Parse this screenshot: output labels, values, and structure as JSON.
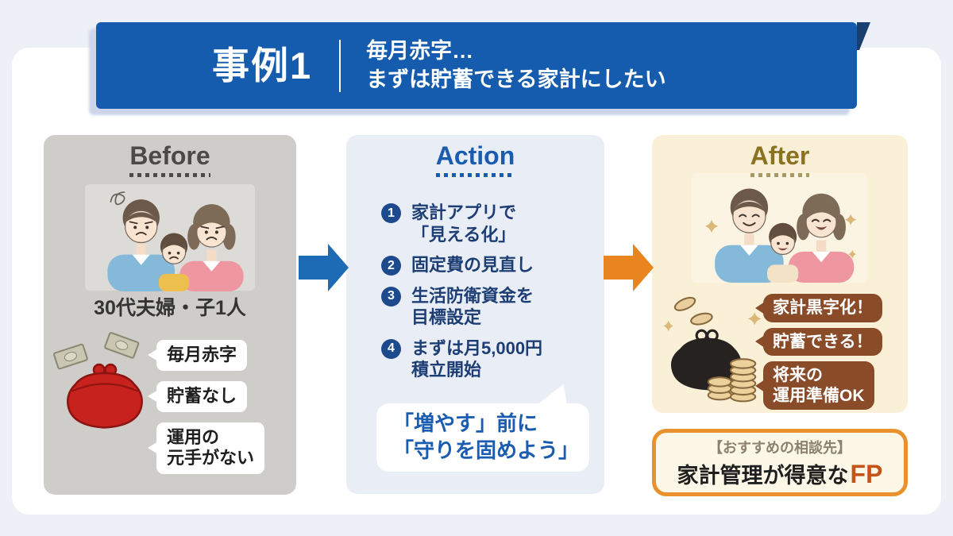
{
  "header": {
    "case_label": "事例1",
    "title_line1": "毎月赤字…",
    "title_line2": "まずは貯蓄できる家計にしたい"
  },
  "before": {
    "heading": "Before",
    "caption": "30代夫婦・子1人",
    "bubbles": [
      {
        "text": "毎月赤字"
      },
      {
        "text": "貯蓄なし"
      },
      {
        "text": "運用の\n元手がない"
      }
    ]
  },
  "action": {
    "heading": "Action",
    "items": [
      {
        "num": "1",
        "text": "家計アプリで\n「見える化」"
      },
      {
        "num": "2",
        "text": "固定費の見直し"
      },
      {
        "num": "3",
        "text": "生活防衛資金を\n目標設定"
      },
      {
        "num": "4",
        "text": "まずは月5,000円\n積立開始"
      }
    ],
    "speech": "「増やす」前に\n「守りを固めよう」"
  },
  "after": {
    "heading": "After",
    "bubbles": [
      {
        "text": "家計黒字化！"
      },
      {
        "text": "貯蓄できる！"
      },
      {
        "text": "将来の\n運用準備OK"
      }
    ]
  },
  "recommendation": {
    "label": "【おすすめの相談先】",
    "text": "家計管理が得意な",
    "highlight": "FP"
  },
  "icons": {
    "before_family": "worried-family-illustration",
    "after_family": "happy-family-illustration",
    "before_purse": "red-coin-purse-with-bills",
    "after_purse": "black-coin-purse-with-coins",
    "arrow_before_action": "right-arrow",
    "arrow_action_after": "right-arrow"
  },
  "colors": {
    "page_bg": "#edf0f7",
    "card_bg": "#ffffff",
    "banner_bg": "#155cae",
    "banner_fold": "#173f70",
    "banner_text": "#ffffff",
    "before_bg": "#cfcdca",
    "before_heading": "#4b4a47",
    "action_bg": "#e9edf6",
    "action_heading": "#1a5cb0",
    "action_text": "#1d3e74",
    "action_num_bg": "#1c4a8c",
    "after_bg": "#faf0d8",
    "after_heading": "#8a7220",
    "after_bubble": "#8a4b28",
    "arrow_blue": "#1e6bb5",
    "arrow_orange": "#e8851f",
    "fp_border": "#e9912c",
    "fp_bg": "#fdf7e7",
    "fp_highlight": "#c5541a",
    "red_purse": "#c8221f"
  }
}
